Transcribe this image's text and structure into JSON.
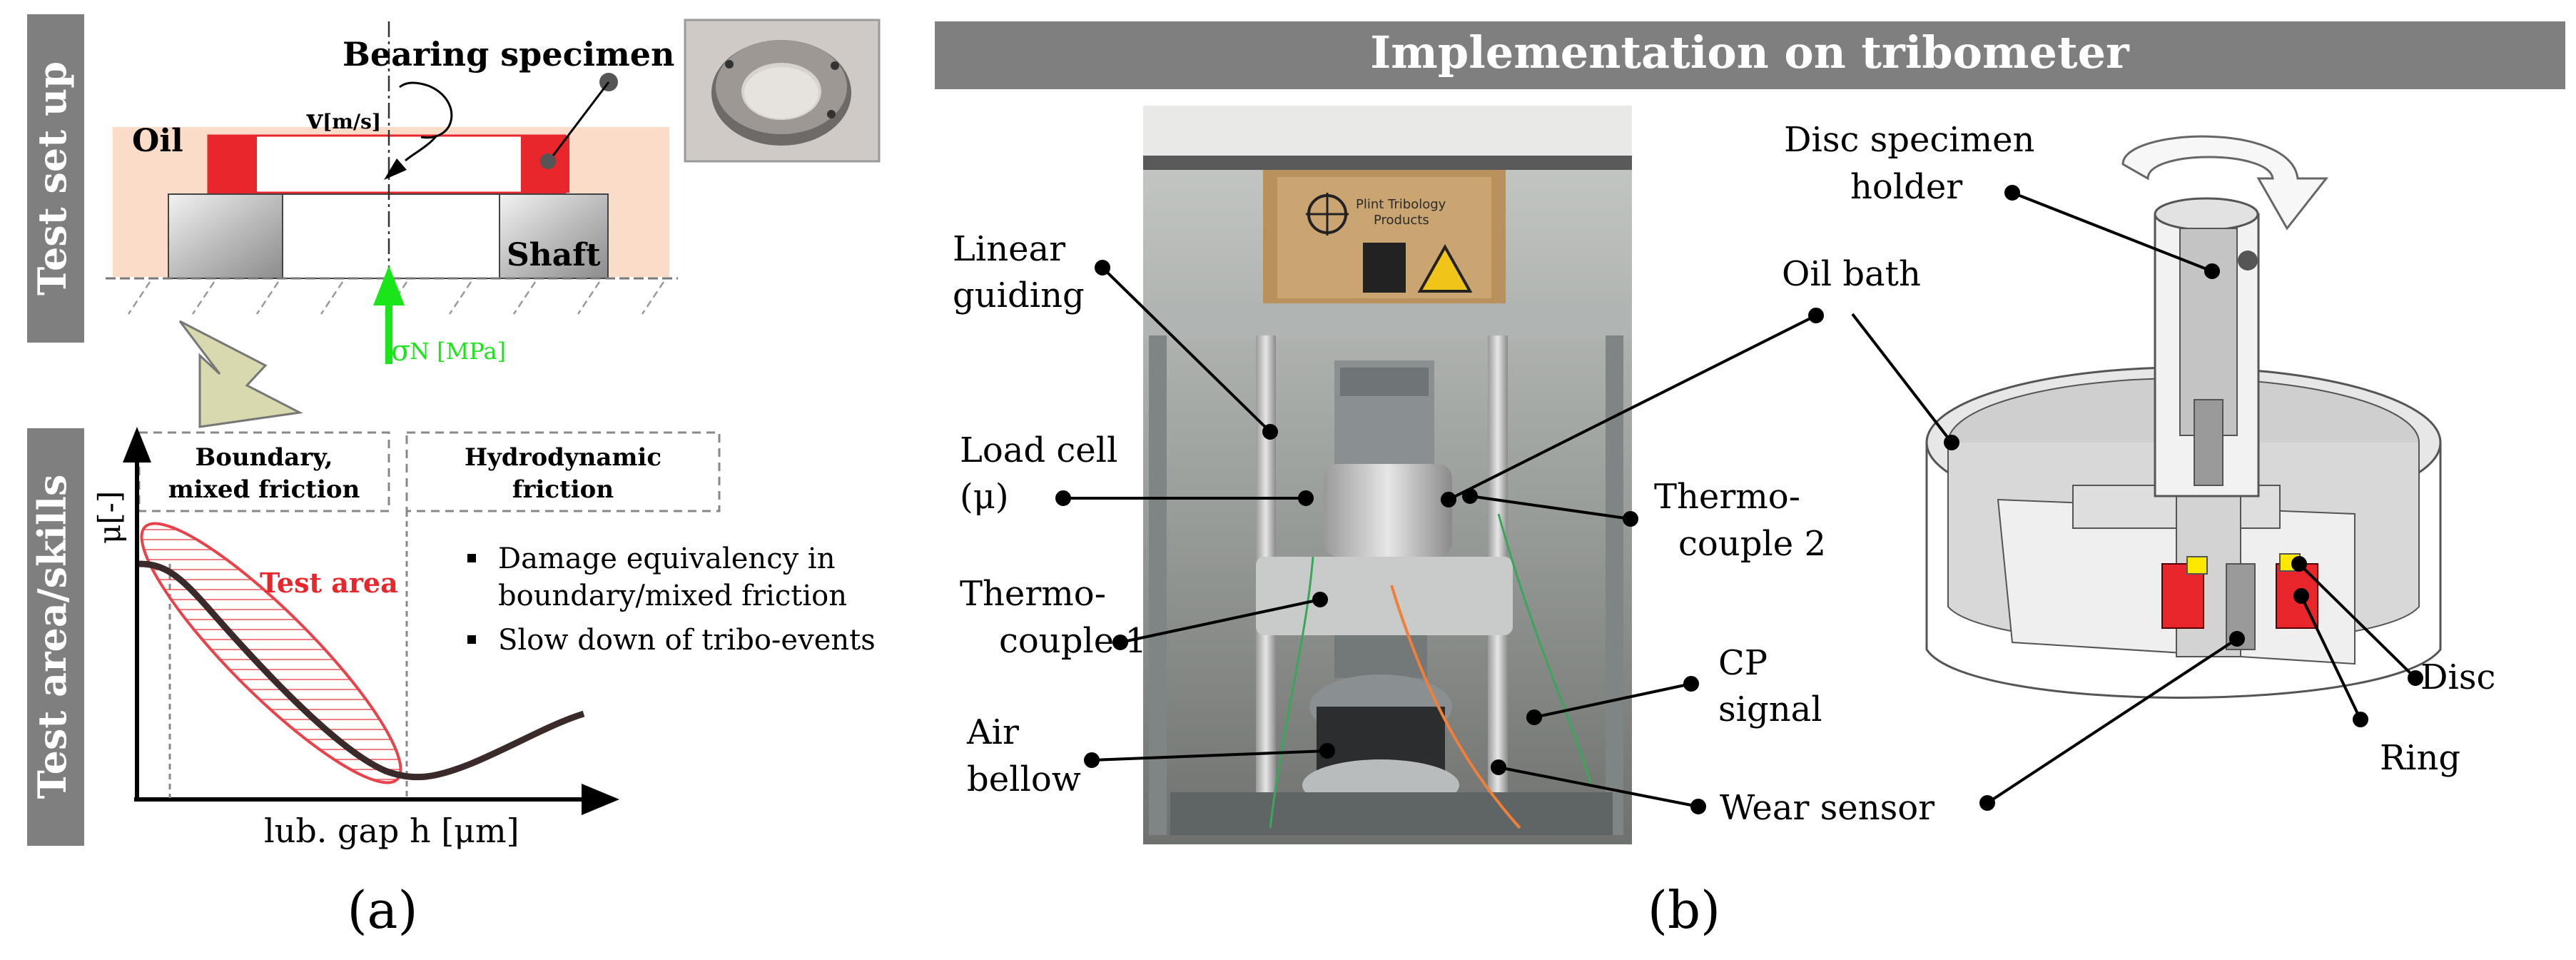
{
  "panel_a": {
    "side_label_top": "Test set up",
    "side_label_bottom": "Test area/skills",
    "bearing_specimen": "Bearing specimen",
    "oil": "Oil",
    "shaft": "Shaft",
    "velocity_symbol": "v",
    "velocity_unit": "[m/s]",
    "normal_stress_symbol": "σ",
    "normal_stress_unit": "N [MPa]",
    "regime_boundary": "Boundary, mixed friction",
    "regime_boundary_line1": "Boundary,",
    "regime_boundary_line2": "mixed friction",
    "regime_hydro_line1": "Hydrodynamic",
    "regime_hydro_line2": "friction",
    "y_axis_label": "μ[-]",
    "x_axis_label": "lub. gap h [μm]",
    "test_area_label": "Test area",
    "bullets": [
      "Damage equivalency in",
      "boundary/mixed friction",
      "Slow down of tribo-events"
    ],
    "caption": "(a)"
  },
  "panel_b": {
    "header": "Implementation on tribometer",
    "photo_sign_line1": "Plint Tribology",
    "photo_sign_line2": "Products",
    "labels": {
      "linear_guiding_1": "Linear",
      "linear_guiding_2": "guiding",
      "load_cell_1": "Load cell",
      "load_cell_2": "(μ)",
      "thermocouple1_1": "Thermo-",
      "thermocouple1_2": "couple 1",
      "air_bellow_1": "Air",
      "air_bellow_2": "bellow",
      "thermocouple2_1": "Thermo-",
      "thermocouple2_2": "couple 2",
      "cp_signal_1": "CP",
      "cp_signal_2": "signal",
      "wear_sensor": "Wear sensor",
      "disc_holder_1": "Disc specimen",
      "disc_holder_2": "holder",
      "oil_bath": "Oil bath",
      "disc": "Disc",
      "ring": "Ring"
    },
    "caption": "(b)"
  },
  "colors": {
    "header_gray": "#7f7f7f",
    "oil_fill": "#fbdcc8",
    "specimen_red": "#e8262b",
    "arrow_green": "#19e619",
    "test_area_red": "#e8424a",
    "curve": "#3b2a2a"
  }
}
